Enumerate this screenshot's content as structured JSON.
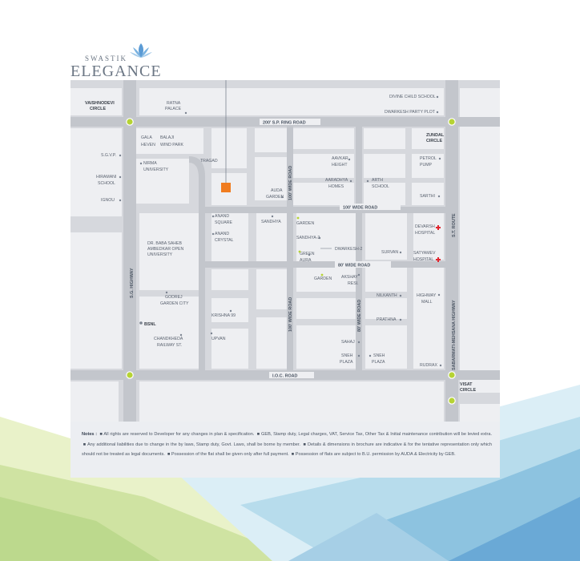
{
  "brand": {
    "top": "SWASTIK",
    "name": "ELEGANCE"
  },
  "map_labels": {
    "vaishnodevi": [
      "VAISHNODEVI",
      "CIRCLE"
    ],
    "ratna": [
      "RATNA",
      "PALACE"
    ],
    "divine": "DIVINE CHILD SCHOOL",
    "dwarkesh_plot": "DWARKESH PARTY PLOT",
    "sp_ring": "200' S.P. RING ROAD",
    "zundal": [
      "ZUNDAL",
      "CIRCLE"
    ],
    "gala": [
      "GALA",
      "HEVEN"
    ],
    "balaji": [
      "BALAJI",
      "WIND PARK"
    ],
    "sgvp": "S.G.V.P.",
    "nirma": [
      "NIRMA",
      "UNIVERSITY"
    ],
    "tragad": "TRAGAD",
    "aavkar": [
      "AAVKAR",
      "HEIGHT"
    ],
    "petrol": [
      "PETROL",
      "PUMP"
    ],
    "hiramani": [
      "HIRAMANI",
      "SCHOOL"
    ],
    "aaradhya": [
      "AARADHYA",
      "HOMES"
    ],
    "arth": [
      "ARTH",
      "SCHOOL"
    ],
    "auda_garden": [
      "AUDA",
      "GARDEN"
    ],
    "sarthi": "SARTHI",
    "road_100_v1": "100' WIDE ROAD",
    "ignou": "IGNOU",
    "road_100_h": "100' WIDE ROAD",
    "st_route": "S.T. ROUTE",
    "anand_sq": [
      "ANAND",
      "SQUARE"
    ],
    "sandhya": "SANDHYA",
    "garden1": "GARDEN",
    "devarsh": [
      "DEVARSH",
      "HOSPITAL"
    ],
    "anand_crystal": [
      "ANAND",
      "CRYSTAL"
    ],
    "sandhya2": "SANDHYA-2",
    "babasaheb": [
      "DR. BABA SAHEB",
      "AMBEDKAR OPEN",
      "UNIVERSITY"
    ],
    "dwarkesh2": "DWARKESH-2",
    "green_aura": [
      "GREEN",
      "AURA"
    ],
    "survan": "SURVAN",
    "satyamev": [
      "SATYAMEV",
      "HOSPITAL"
    ],
    "road_80_h": "80' WIDE ROAD",
    "sg_highway": "S.G. HIGHWAY",
    "garden2": "GARDEN",
    "akshay": [
      "AKSHAY",
      "RESI."
    ],
    "nilkanth": "NILKANTH",
    "highway_mall": [
      "HIGHWAY",
      "MALL"
    ],
    "godrej": [
      "GODREJ",
      "GARDEN CITY"
    ],
    "road_100_v2": "100' WIDE ROAD",
    "road_80_v": "80' WIDE ROAD",
    "krishna": "KRISHNA 99",
    "bsnl": "BSNL",
    "prathna": "PRATHNA",
    "sabarmati": "SABARMATI-MEHSANA HIGHWAY",
    "chandkheda": [
      "CHANDKHEDA",
      "RAILWAY ST."
    ],
    "upvan": "UPVAN",
    "sahaj": "SAHAJ",
    "sneh1": [
      "SNEH",
      "PLAZA"
    ],
    "sneh2": [
      "SNEH",
      "PLAZA"
    ],
    "rudrax": "RUDRAX",
    "ioc": "I.O.C. ROAD",
    "visat": [
      "VISAT",
      "CIRCLE"
    ]
  },
  "notes": {
    "heading": "Notes :",
    "items": [
      "All rights are reserved to Developer for any changes in plan & specification.",
      "GEB, Stamp duty, Legal charges, VAT, Service Tax, Other Tax & Initial maintenance contribution will be levied extra.",
      "Any additional liabilities due to change in the by laws, Stamp duty, Govt. Laws, shall be borne by member.",
      "Details & dimensions in brochure are indicative & for the tentative representation only which should not be treated as legal documents.",
      "Possession of the flat shall be given only after full payment.",
      "Possession of flats are subject to B.U. permission by AUDA & Electricity by GEB."
    ]
  },
  "colors": {
    "map_bg": "#d6d8dd",
    "block": "#eeeff2",
    "road_label_line": "#9aa0a8",
    "site": "#f07c20",
    "circle": "#b6d334",
    "hospital": "#e0262f",
    "notes_bg": "#eceef2"
  }
}
